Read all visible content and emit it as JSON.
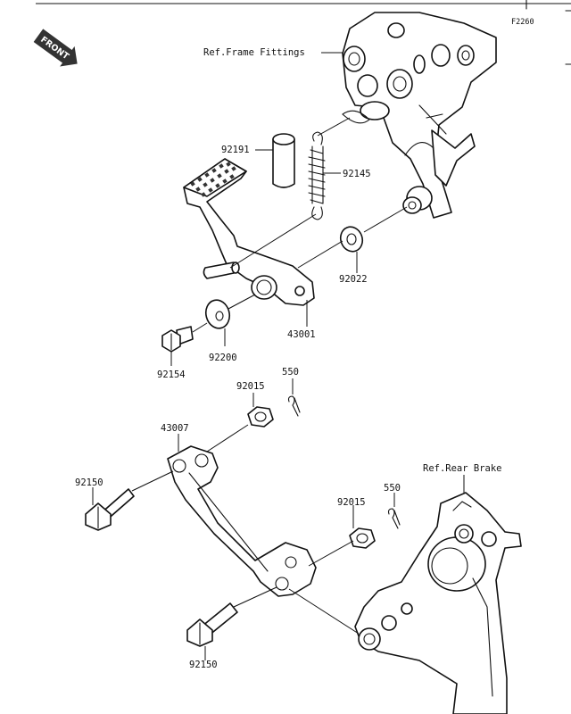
{
  "diagram_code": "F2260",
  "front_badge": "FRONT",
  "references": {
    "frame_fittings": "Ref.Frame Fittings",
    "rear_brake": "Ref.Rear Brake"
  },
  "parts": {
    "p92191": "92191",
    "p92145": "92145",
    "p92022": "92022",
    "p43001": "43001",
    "p92200": "92200",
    "p92154": "92154",
    "p92015_top": "92015",
    "p550_top": "550",
    "p43007": "43007",
    "p92150_top": "92150",
    "p92015_bottom": "92015",
    "p550_bottom": "550",
    "p92150_bottom": "92150"
  }
}
